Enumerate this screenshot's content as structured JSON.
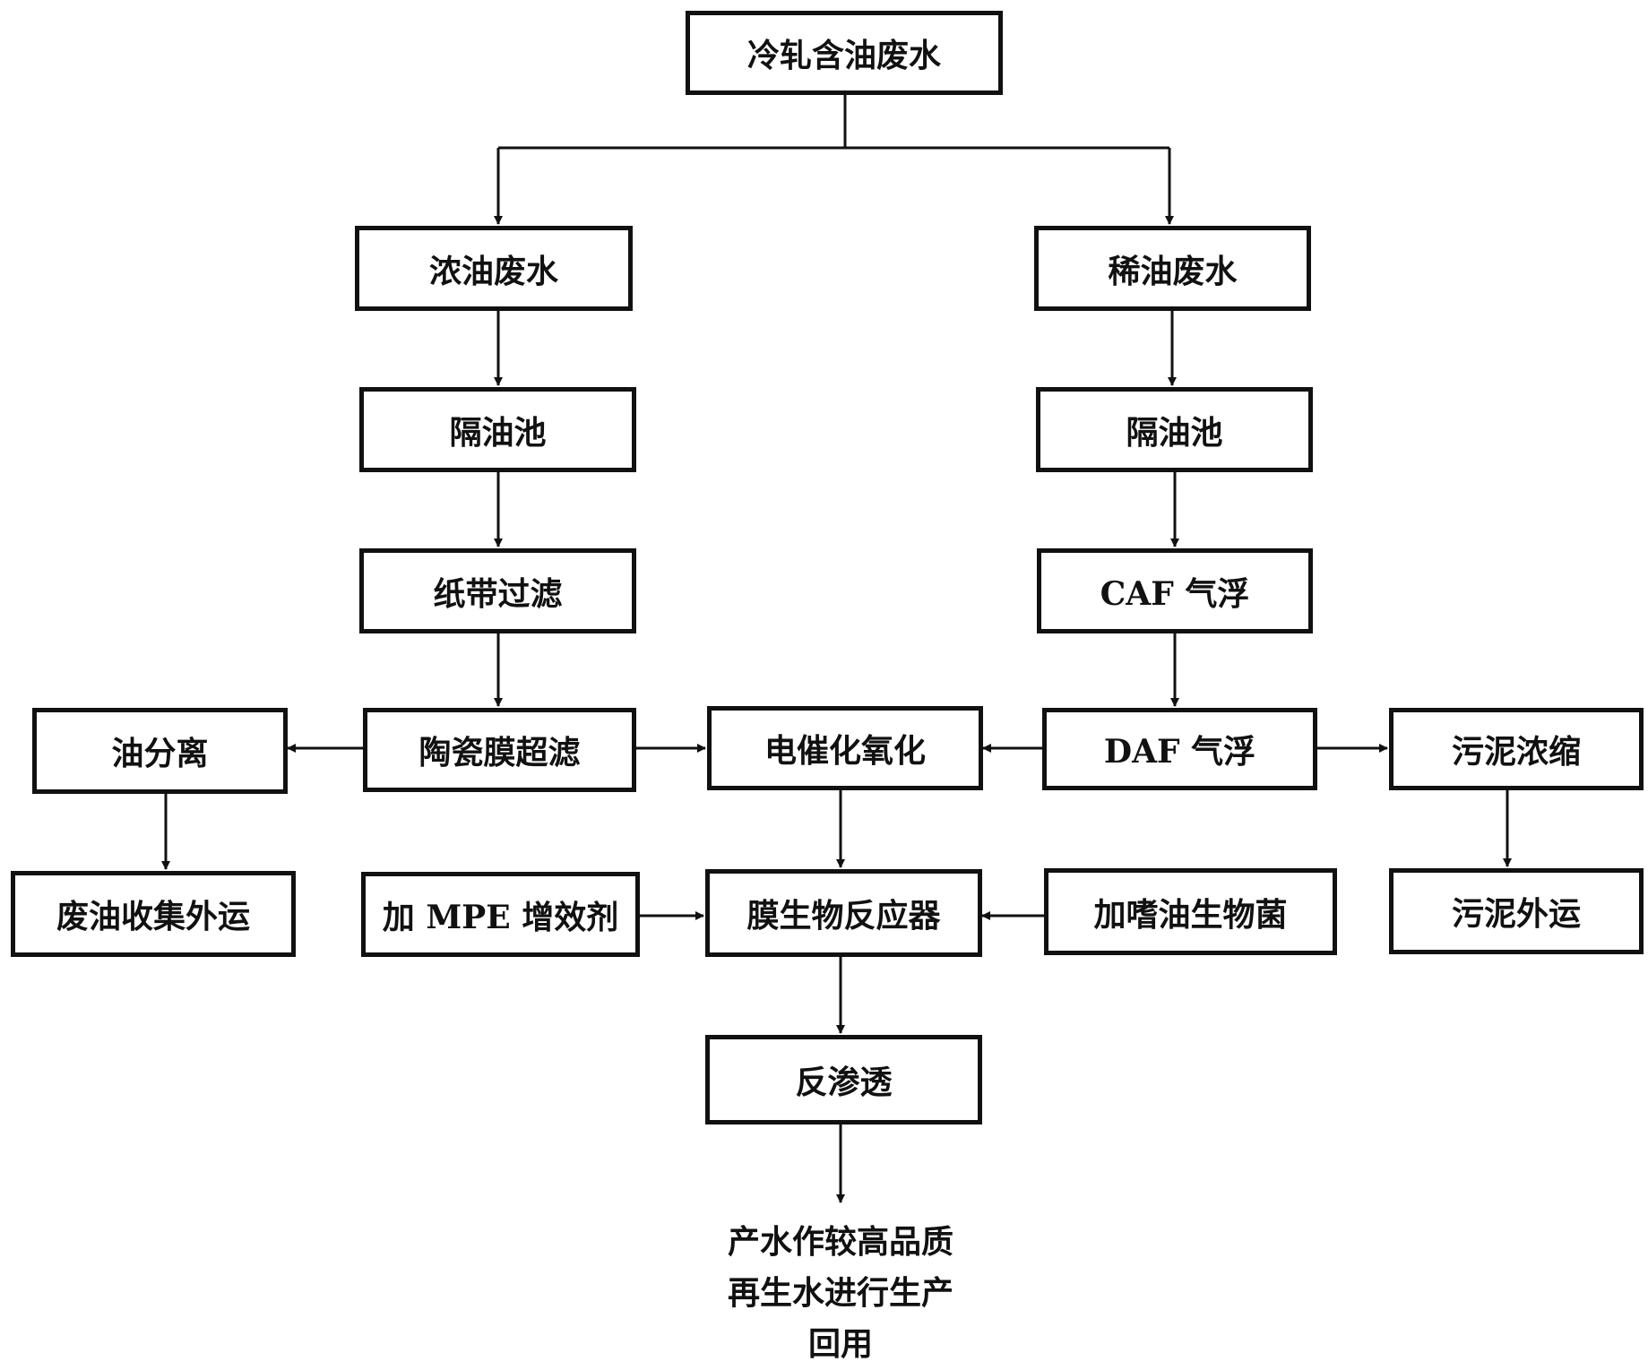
{
  "nodes": {
    "source": "冷轧含油废水",
    "thick_oil_water": "浓油废水",
    "thin_oil_water": "稀油废水",
    "oil_trap_left": "隔油池",
    "oil_trap_right": "隔油池",
    "paper_filter": "纸带过滤",
    "caf_flotation": "CAF 气浮",
    "oil_separation": "油分离",
    "ceramic_uf": "陶瓷膜超滤",
    "electro_catalytic": "电催化氧化",
    "daf_flotation": "DAF 气浮",
    "sludge_thickening": "污泥浓缩",
    "waste_oil_transport": "废油收集外运",
    "add_mpe": "加 MPE 增效剂",
    "mbr": "膜生物反应器",
    "add_bacteria": "加嗜油生物菌",
    "sludge_transport": "污泥外运",
    "reverse_osmosis": "反渗透"
  },
  "result_lines": [
    "产水作较高品质",
    "再生水进行生产",
    "回用"
  ],
  "colors": {
    "stroke": "#111111",
    "background": "#ffffff"
  }
}
